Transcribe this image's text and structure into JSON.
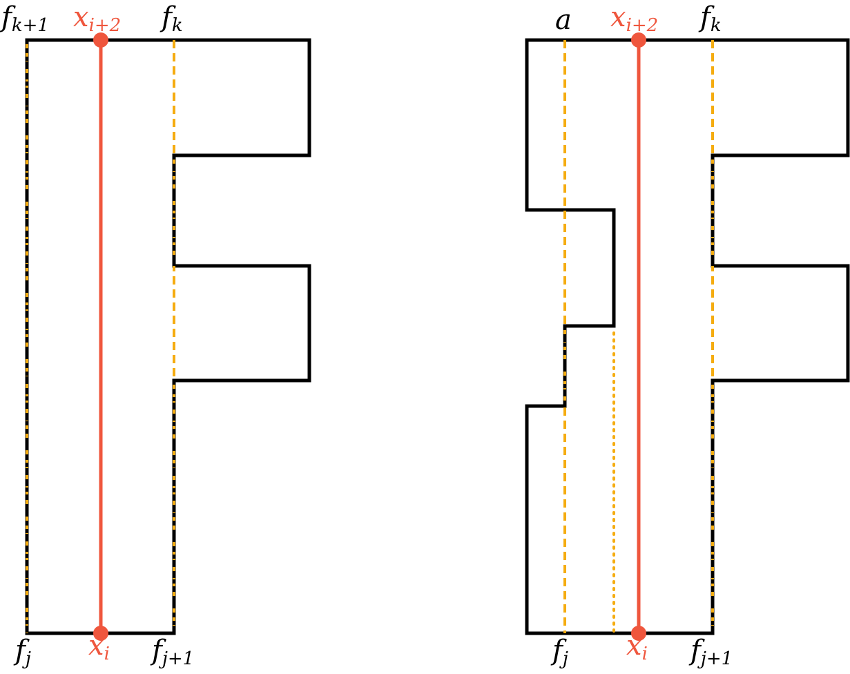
{
  "colors": {
    "outline": "#000000",
    "guide": "#f5ac10",
    "path": "#ef563d",
    "background": "#ffffff"
  },
  "panels": [
    {
      "id": "left",
      "labels": {
        "f_k1": {
          "base": "f",
          "sub": "k+1"
        },
        "x_i2": {
          "base": "x",
          "sub": "i+2"
        },
        "f_k": {
          "base": "f",
          "sub": "k"
        },
        "f_j": {
          "base": "f",
          "sub": "j"
        },
        "x_i": {
          "base": "x",
          "sub": "i"
        },
        "f_j1": {
          "base": "f",
          "sub": "j+1"
        }
      }
    },
    {
      "id": "right",
      "labels": {
        "a": {
          "base": "a",
          "sub": ""
        },
        "x_i2": {
          "base": "x",
          "sub": "i+2"
        },
        "f_k": {
          "base": "f",
          "sub": "k"
        },
        "f_j": {
          "base": "f",
          "sub": "j"
        },
        "x_i": {
          "base": "x",
          "sub": "i"
        },
        "f_j1": {
          "base": "f",
          "sub": "j+1"
        }
      }
    }
  ]
}
